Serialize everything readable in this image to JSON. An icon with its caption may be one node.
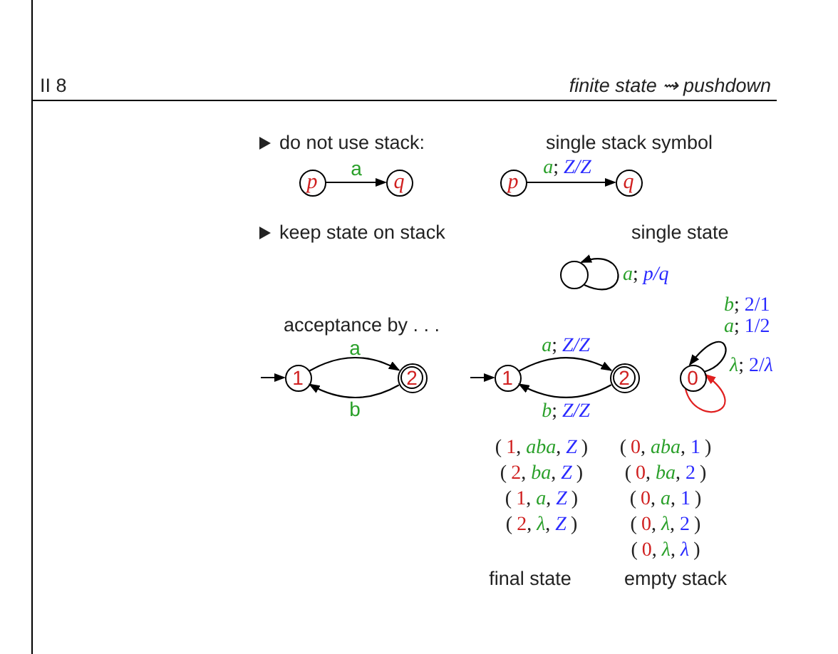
{
  "diagram": {
    "nodes": [
      {
        "text": [
          "p"
        ]
      },
      {
        "text": [
          "q"
        ]
      },
      {
        "text": [
          "p"
        ]
      },
      {
        "text": [
          "q"
        ]
      },
      {
        "text": [],
        "shape": "circle"
      },
      {
        "text": [
          "1"
        ]
      },
      {
        "text": [
          "2"
        ]
      },
      {
        "text": [
          "1"
        ]
      },
      {
        "text": [
          "2"
        ]
      },
      {
        "text": [
          "0"
        ]
      }
    ],
    "edges": [
      {
        "from": 0,
        "to": 1,
        "arrow": "to",
        "label": "a"
      },
      {
        "from": 2,
        "to": 3,
        "arrow": "to",
        "label": "*a*; *Z/Z*"
      },
      {
        "from": 4,
        "to": 4,
        "arrow": "to",
        "label": "*a*; *p/q*"
      },
      {
        "from": null,
        "to": 5,
        "arrow": "to"
      },
      {
        "from": 5,
        "to": 6,
        "arrow": "to",
        "label": "a"
      },
      {
        "from": 6,
        "to": 5,
        "arrow": "to",
        "label": "b"
      },
      {
        "from": null,
        "to": 7,
        "arrow": "to"
      },
      {
        "from": 7,
        "to": 8,
        "arrow": "to",
        "label": "*a*; *Z/Z*"
      },
      {
        "from": 8,
        "to": 7,
        "arrow": "to",
        "label": "*b*; *Z/Z*"
      },
      {
        "from": 9,
        "to": 9,
        "arrow": "to",
        "label": "*b*; 2/1 *a*; 1/2"
      },
      {
        "from": 9,
        "to": 9,
        "arrow": "to",
        "label": "*λ*; 2/*λ*",
        "color": "#e02020"
      }
    ],
    "labels": [
      "II 8",
      "finite state ⇝ pushdown",
      "do not use stack:",
      "single stack symbol",
      "keep state on stack",
      "single state",
      "acceptance by . . .",
      "(1, *aba*, *Z*)",
      "(2, *ba*, *Z*)",
      "(1, *a*, *Z*)",
      "(2, *λ*, *Z*)",
      "(0, *aba*, 1)",
      "(0, *ba*, 2)",
      "(0, *a*, 1)",
      "(0, *λ*, 2)",
      "(0, *λ*, *λ*)",
      "final state",
      "empty stack"
    ]
  }
}
